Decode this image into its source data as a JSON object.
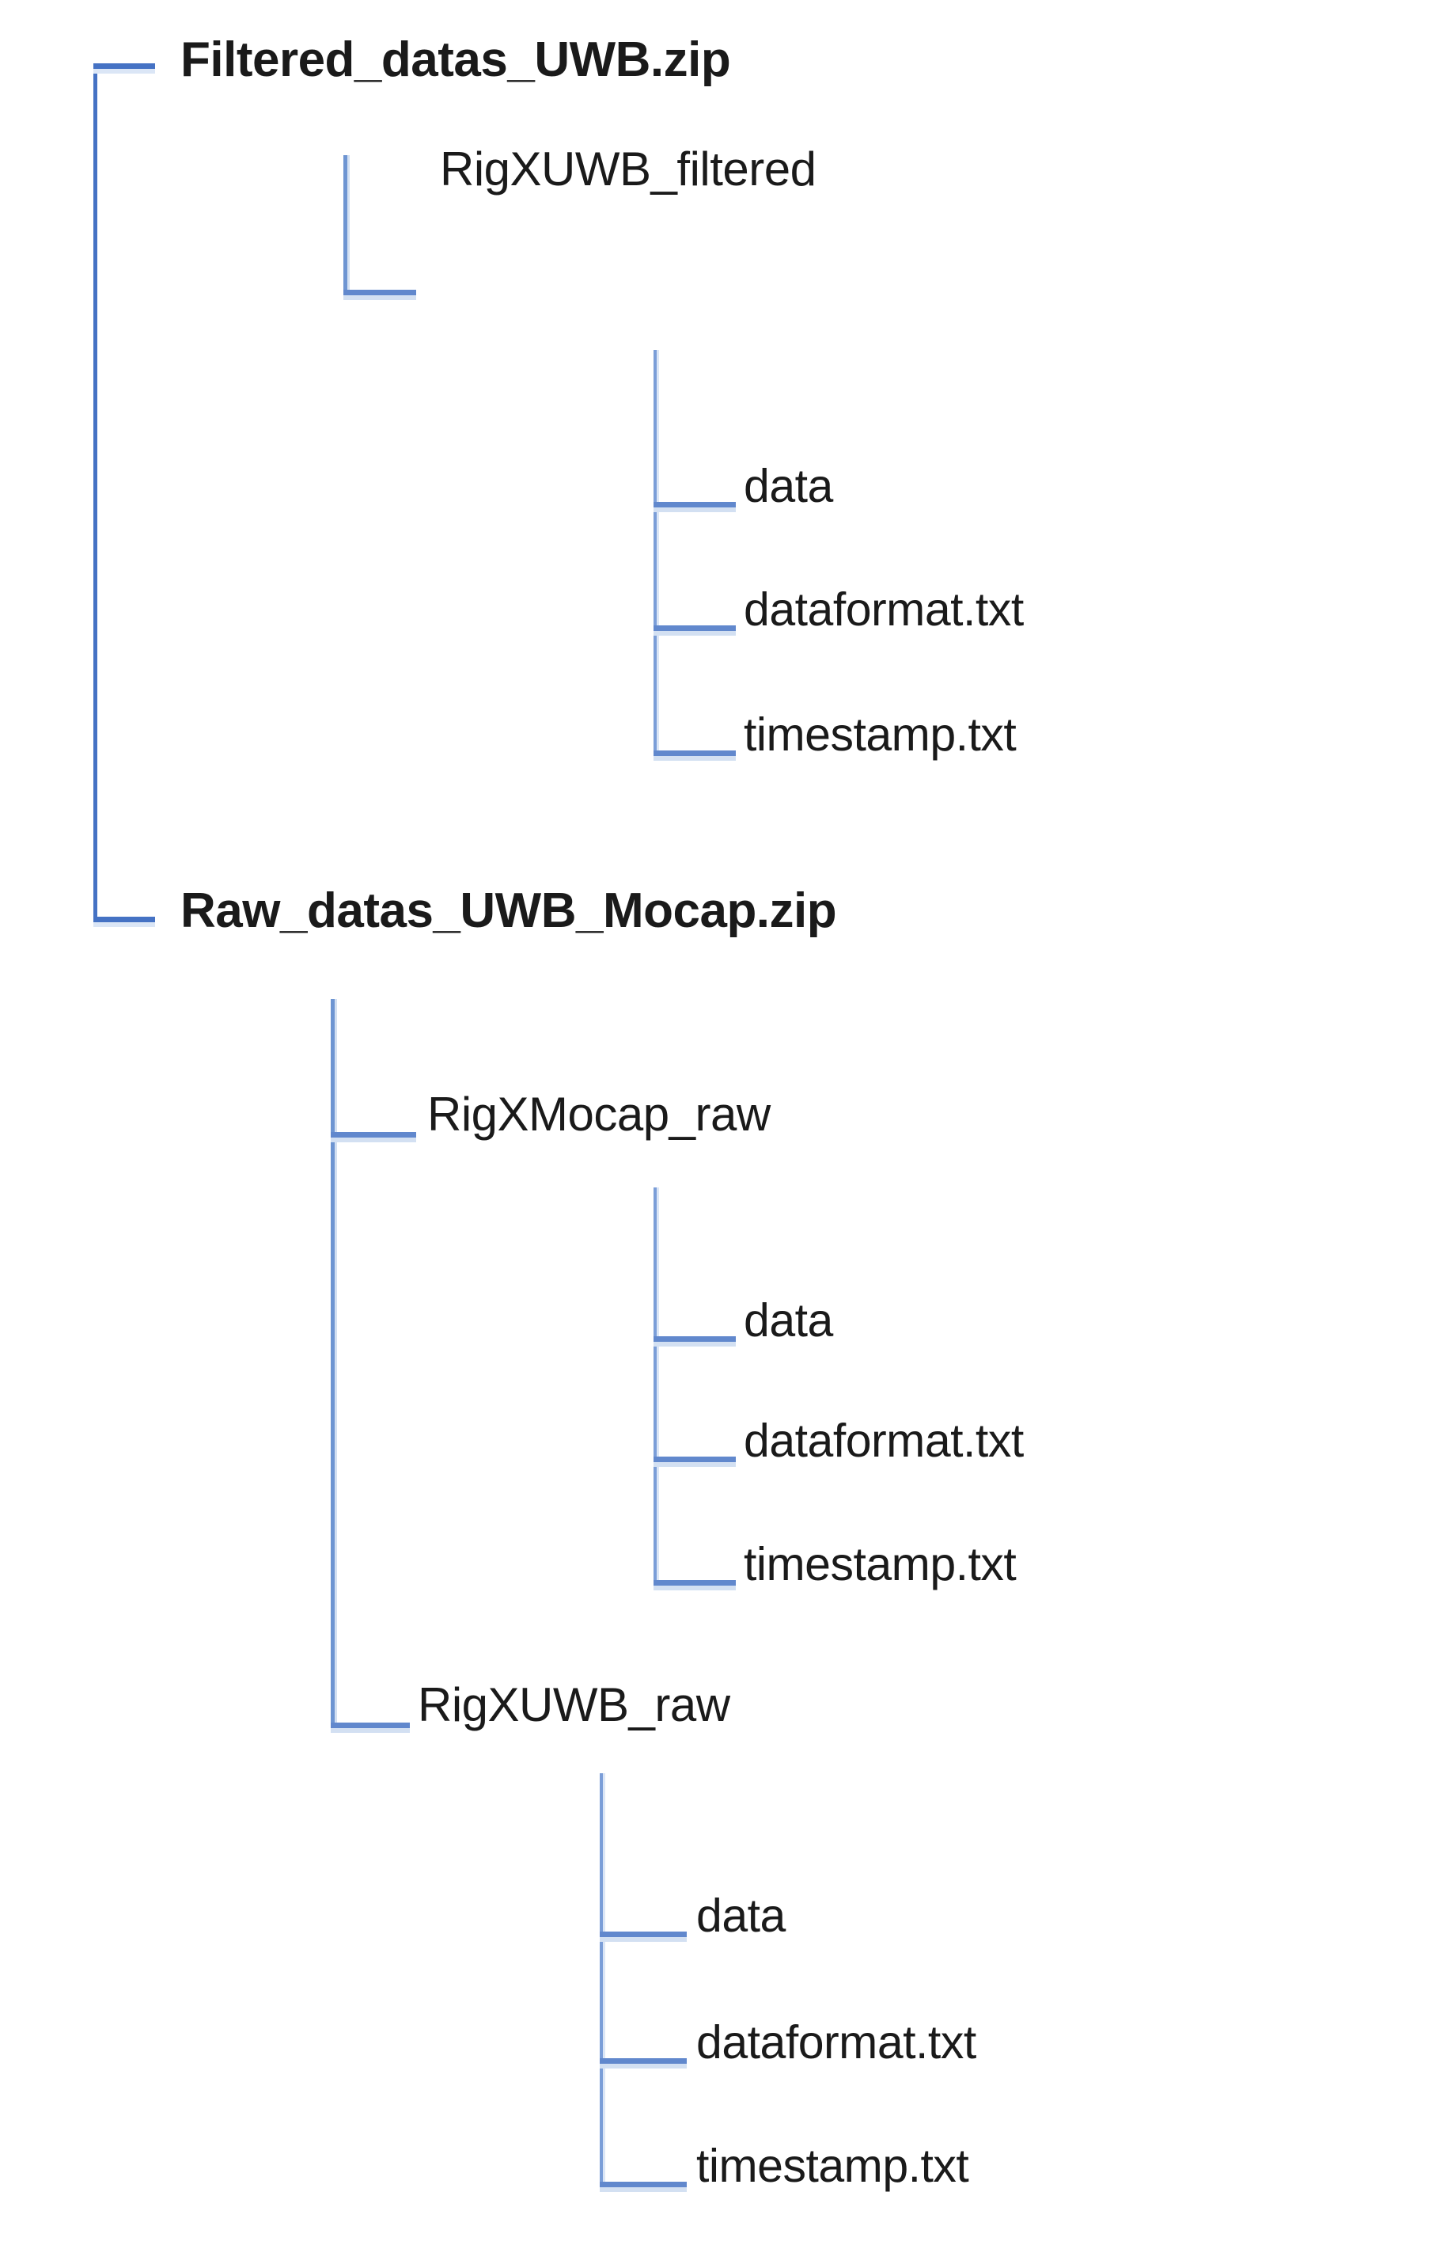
{
  "diagram": {
    "title": "UWB dataset archive file tree",
    "line_color": "#6188cd",
    "line_shadow_color": "#d3e0f2",
    "root_line_color": "#4572c4",
    "text_color": "#1a1a1a",
    "background": "#ffffff"
  },
  "nodes": {
    "root_filtered": "Filtered_datas_UWB.zip",
    "root_raw": "Raw_datas_UWB_Mocap.zip",
    "rigx_uwb_filtered": "RigXUWB_filtered",
    "rigx_mocap_raw": "RigXMocap_raw",
    "rigx_uwb_raw": "RigXUWB_raw",
    "g1_data": "data",
    "g1_dataformat": "dataformat.txt",
    "g1_timestamp": "timestamp.txt",
    "g2_data": "data",
    "g2_dataformat": "dataformat.txt",
    "g2_timestamp": "timestamp.txt",
    "g3_data": "data",
    "g3_dataformat": "dataformat.txt",
    "g3_timestamp": "timestamp.txt"
  },
  "tree": {
    "children": [
      {
        "label": "Filtered_datas_UWB.zip",
        "bold": true,
        "children": [
          {
            "label": "RigXUWB_filtered",
            "bold": false,
            "children": [
              {
                "label": "data",
                "bold": false,
                "children": []
              },
              {
                "label": "dataformat.txt",
                "bold": false,
                "children": []
              },
              {
                "label": "timestamp.txt",
                "bold": false,
                "children": []
              }
            ]
          }
        ]
      },
      {
        "label": "Raw_datas_UWB_Mocap.zip",
        "bold": true,
        "children": [
          {
            "label": "RigXMocap_raw",
            "bold": false,
            "children": [
              {
                "label": "data",
                "bold": false,
                "children": []
              },
              {
                "label": "dataformat.txt",
                "bold": false,
                "children": []
              },
              {
                "label": "timestamp.txt",
                "bold": false,
                "children": []
              }
            ]
          },
          {
            "label": "RigXUWB_raw",
            "bold": false,
            "children": [
              {
                "label": "data",
                "bold": false,
                "children": []
              },
              {
                "label": "dataformat.txt",
                "bold": false,
                "children": []
              },
              {
                "label": "timestamp.txt",
                "bold": false,
                "children": []
              }
            ]
          }
        ]
      }
    ]
  }
}
